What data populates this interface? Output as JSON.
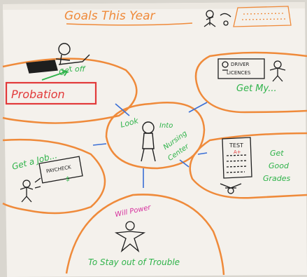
{
  "poster": {
    "title": "Goals This Year",
    "probation": "Probation",
    "get_off_1": "Get",
    "get_off_2": "off",
    "driver_1": "DRIVER",
    "driver_2": "LICENCES",
    "get_my": "Get My...",
    "look_1": "Look",
    "look_2": "Into",
    "nursing_1": "Nursing",
    "nursing_2": "Center",
    "get_a_job": "Get a Job...",
    "paycheck": "PAYCHECK",
    "dollar": "$",
    "test": "TEST",
    "grade": "A+",
    "grades_1": "Get",
    "grades_2": "Good",
    "grades_3": "Grades",
    "will_power": "Will Power",
    "stay_out": "To Stay out of Trouble"
  },
  "colors": {
    "paper": "#f4f1ec",
    "orange": "#ef8a3a",
    "green": "#2fb34a",
    "red": "#e23a3a",
    "blue": "#3a6fd6",
    "ink": "#1e1e1e",
    "magenta": "#d62f9d"
  }
}
